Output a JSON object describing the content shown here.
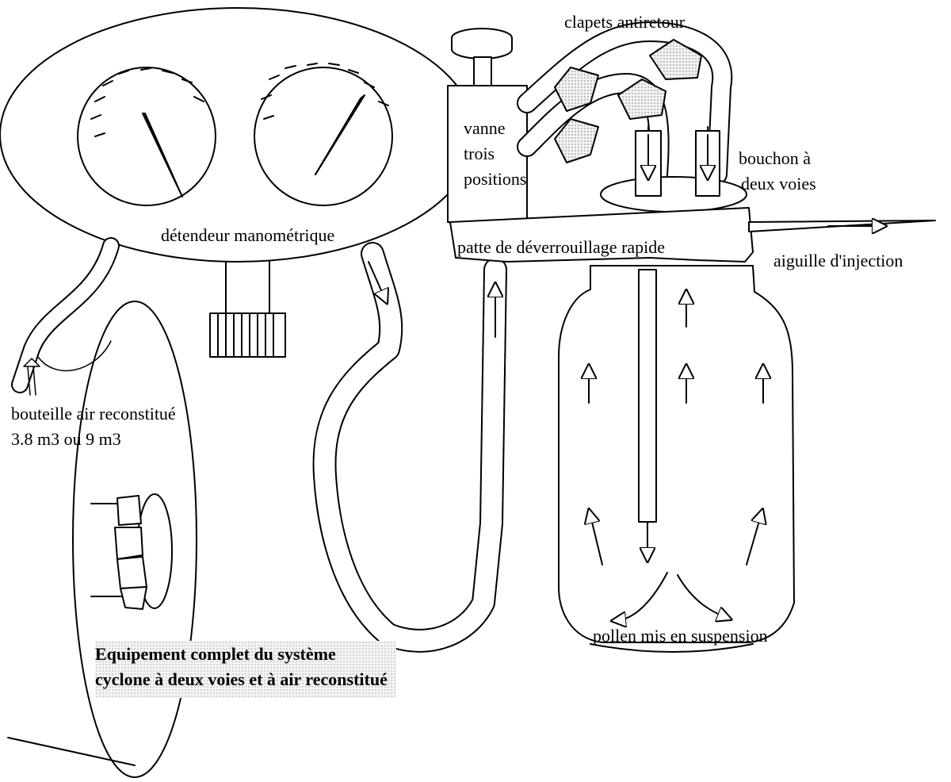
{
  "labels": {
    "clapets": "clapets antiretour",
    "vanne_1": "vanne",
    "vanne_2": "trois",
    "vanne_3": "positions",
    "bouchon_1": "bouchon à",
    "bouchon_2": "deux voies",
    "detendeur": "détendeur manométrique",
    "patte": "patte de déverrouillage rapide",
    "aiguille": "aiguille d'injection",
    "bouteille_1": "bouteille air reconstitué",
    "bouteille_2": "3.8 m3 ou 9 m3",
    "pollen": "pollen mis en suspension"
  },
  "caption": {
    "line1": "Equipement complet du système",
    "line2": "cyclone à deux voies et à air reconstitué"
  }
}
